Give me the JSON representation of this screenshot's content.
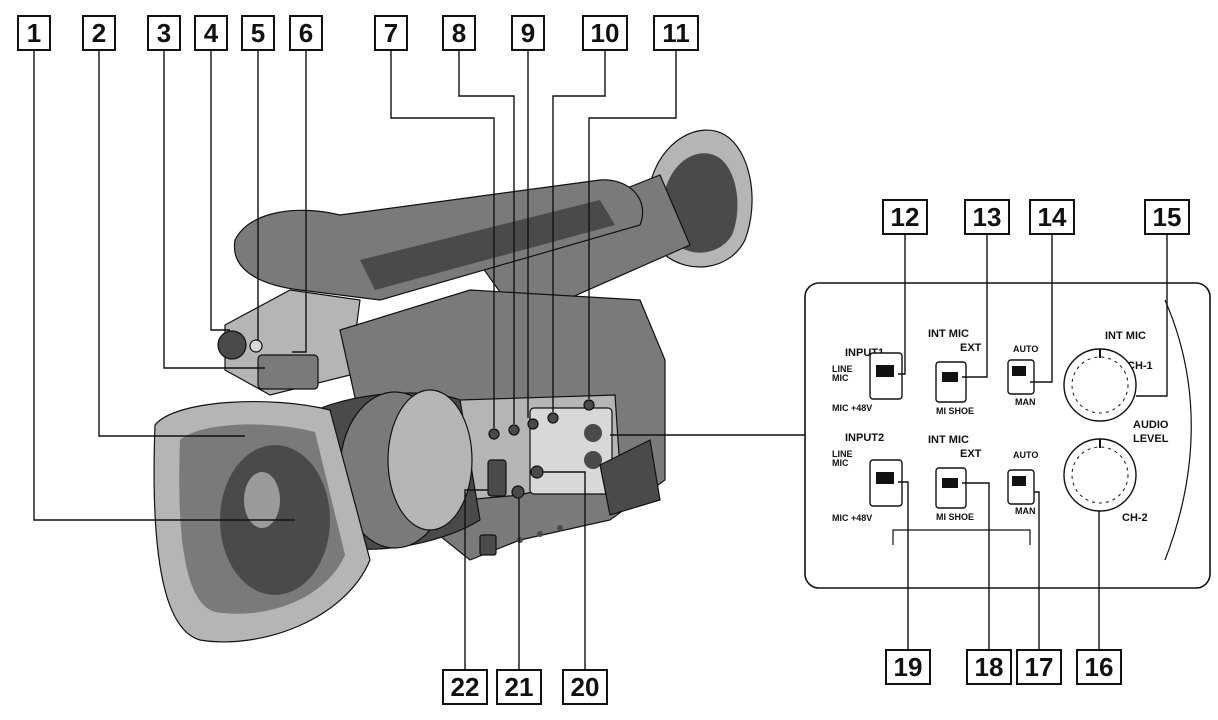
{
  "callouts": [
    "1",
    "2",
    "3",
    "4",
    "5",
    "6",
    "7",
    "8",
    "9",
    "10",
    "11",
    "12",
    "13",
    "14",
    "15",
    "16",
    "17",
    "18",
    "19",
    "20",
    "21",
    "22"
  ],
  "panel": {
    "input1": "INPUT1",
    "input2": "INPUT2",
    "line": "LINE",
    "mic": "MIC",
    "mic48": "MIC +48V",
    "int_mic": "INT MIC",
    "ext": "EXT",
    "mi_shoe": "MI SHOE",
    "auto": "AUTO",
    "man": "MAN",
    "int_mic_dial": "INT MIC",
    "ch1": "CH-1",
    "audio": "AUDIO",
    "level": "LEVEL",
    "ch2": "CH-2"
  },
  "colors": {
    "ink": "#111111",
    "body_dark": "#4a4a4a",
    "body_mid": "#7a7a7a",
    "body_light": "#b5b5b5"
  }
}
